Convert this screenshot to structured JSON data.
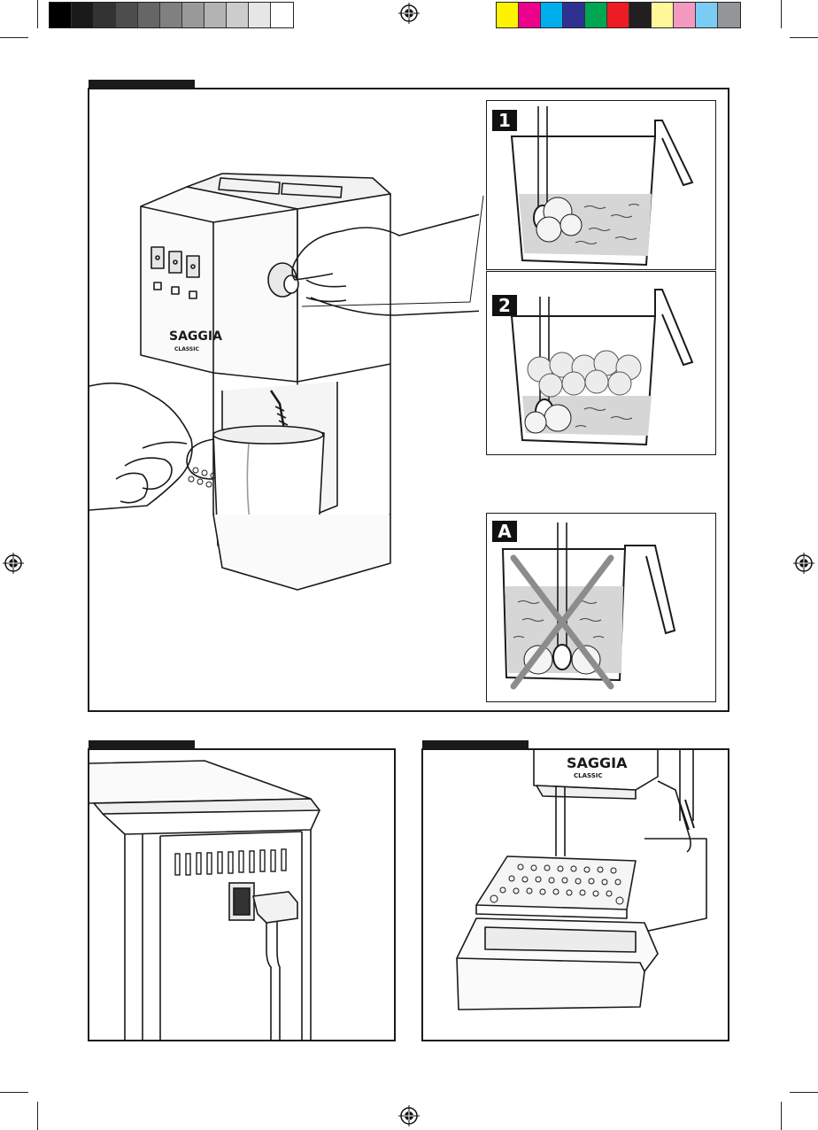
{
  "color_bar": {
    "grays": [
      "#000000",
      "#1a1a1a",
      "#333333",
      "#4d4d4d",
      "#666666",
      "#808080",
      "#999999",
      "#b3b3b3",
      "#cccccc",
      "#e6e6e6",
      "#ffffff"
    ],
    "colors": [
      "#fff200",
      "#ec008c",
      "#00aeef",
      "#2e3192",
      "#00a651",
      "#ed1c24",
      "#231f20",
      "#fff799",
      "#f49ac1",
      "#7accf5",
      "#939598"
    ]
  },
  "figures": {
    "main": {
      "insets": [
        {
          "badge": "1",
          "state": "wand-tip-near-surface"
        },
        {
          "badge": "2",
          "state": "wand-tip-lower-foam-rising"
        },
        {
          "badge": "A",
          "state": "wrong-wand-at-bottom",
          "crossed_out": true
        }
      ]
    },
    "brand_label": "SAGGIA",
    "brand_sublabel": "CLASSIC"
  }
}
